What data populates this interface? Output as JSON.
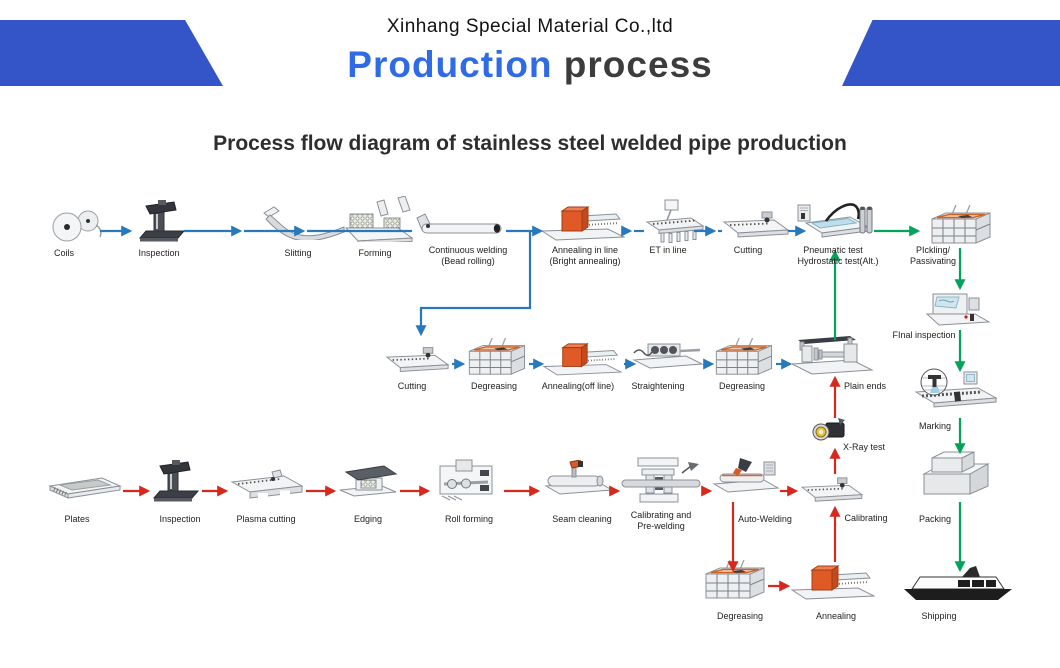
{
  "header": {
    "company_name": "Xinhang Special Material Co.,ltd",
    "title_highlight": "Production",
    "title_rest": " process"
  },
  "subtitle": "Process flow diagram of stainless steel welded pipe production",
  "colors": {
    "banner_blue": "#3355c8",
    "title_blue": "#2f6be4",
    "flow_blue": "#2878bc",
    "flow_green": "#04a35a",
    "flow_red": "#d7281d"
  },
  "flow": {
    "top_row": [
      {
        "id": "coils",
        "label": "Coils"
      },
      {
        "id": "inspection",
        "label": "Inspection"
      },
      {
        "id": "slitting",
        "label": "Slitting"
      },
      {
        "id": "forming",
        "label": "Forming"
      },
      {
        "id": "continuous-welding",
        "line1": "Continuous welding",
        "line2": "(Bead rolling)"
      },
      {
        "id": "annealing-in-line",
        "line1": "Annealing in line",
        "line2": "(Bright annealing)"
      },
      {
        "id": "et-in-line",
        "label": "ET in line"
      },
      {
        "id": "cutting",
        "label": "Cutting"
      },
      {
        "id": "pneumatic-test",
        "line1": "Pneumatic test",
        "line2": "Hydrostatic test(Alt.)"
      },
      {
        "id": "pickling-passivating",
        "line1": "PIckling/",
        "line2": "Passivating"
      }
    ],
    "offline_row": [
      {
        "id": "cutting-offline",
        "label": "Cutting"
      },
      {
        "id": "degreasing-1",
        "label": "Degreasing"
      },
      {
        "id": "annealing-off-line",
        "label": "Annealing(off line)"
      },
      {
        "id": "straightening",
        "label": "Straightening"
      },
      {
        "id": "degreasing-2",
        "label": "Degreasing"
      },
      {
        "id": "plain-ends",
        "label": "Plain ends"
      }
    ],
    "finishing_column": [
      {
        "id": "final-inspection",
        "label": "FInal inspection"
      },
      {
        "id": "marking",
        "label": "Marking"
      },
      {
        "id": "packing",
        "label": "Packing"
      },
      {
        "id": "shipping",
        "label": "Shipping"
      }
    ],
    "plate_row": [
      {
        "id": "plates",
        "label": "Plates"
      },
      {
        "id": "inspection-2",
        "label": "Inspection"
      },
      {
        "id": "plasma-cutting",
        "label": "Plasma cutting"
      },
      {
        "id": "edging",
        "label": "Edging"
      },
      {
        "id": "roll-forming",
        "label": "Roll forming"
      },
      {
        "id": "seam-cleaning",
        "label": "Seam cleaning"
      },
      {
        "id": "calibrating-pre-welding",
        "line1": "Calibrating and",
        "line2": "Pre-welding"
      },
      {
        "id": "auto-welding",
        "label": "Auto-Welding"
      },
      {
        "id": "calibrating",
        "label": "Calibrating"
      }
    ],
    "xray": {
      "id": "x-ray-test",
      "label": "X-Ray test"
    },
    "rework_row": [
      {
        "id": "degreasing-3",
        "label": "Degreasing"
      },
      {
        "id": "annealing-2",
        "label": "Annealing"
      }
    ]
  }
}
